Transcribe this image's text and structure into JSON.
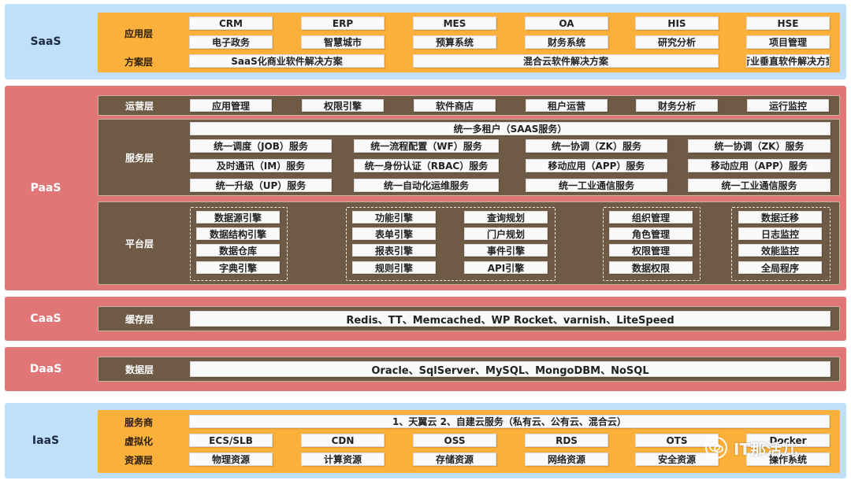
{
  "colors": {
    "blue_band": "#bfe0f8",
    "pink_band": "#e07676",
    "orange_panel": "#fbb03b",
    "brown_panel": "#6e5a45",
    "box_fill": "#fafafa"
  },
  "saas": {
    "title": "SaaS",
    "app_layer": "应用层",
    "app_row1": [
      "CRM",
      "ERP",
      "MES",
      "OA",
      "HIS",
      "HSE"
    ],
    "app_row2": [
      "电子政务",
      "智慧城市",
      "预算系统",
      "财务系统",
      "研究分析",
      "项目管理"
    ],
    "solution_layer": "方案层",
    "solutions": [
      "SaaS化商业软件解决方案",
      "混合云软件解决方案",
      "行业垂直软件解决方案"
    ]
  },
  "paas": {
    "title": "PaaS",
    "ops_layer": "运营层",
    "ops_items": [
      "应用管理",
      "权限引擎",
      "软件商店",
      "租户运营",
      "财务分析",
      "运行监控"
    ],
    "service_layer": "服务层",
    "service_header": "统一多租户（SAAS服务）",
    "service_rows": [
      [
        "统一调度（JOB）服务",
        "统一流程配置（WF）服务",
        "统一协调（ZK）服务",
        "统一协调（ZK）服务"
      ],
      [
        "及时通讯（IM）服务",
        "统一身份认证（RBAC）服务",
        "移动应用（APP）服务",
        "移动应用（APP）服务"
      ],
      [
        "统一升级（UP）服务",
        "统一自动化运维服务",
        "统一工业通信服务",
        "统一工业通信服务"
      ]
    ],
    "platform_layer": "平台层",
    "group1": [
      "数据源引擎",
      "数据结构引擎",
      "数据仓库",
      "字典引擎"
    ],
    "group2_left": [
      "功能引擎",
      "表单引擎",
      "报表引擎",
      "规则引擎"
    ],
    "group2_right": [
      "查询规划",
      "门户规划",
      "事件引擎",
      "API引擎"
    ],
    "group3": [
      "组织管理",
      "角色管理",
      "权限管理",
      "数据权限"
    ],
    "group4": [
      "数据迁移",
      "日志监控",
      "效能监控",
      "全局程序"
    ]
  },
  "caas": {
    "title": "CaaS",
    "layer": "缓存层",
    "content": "Redis、TT、Memcached、WP Rocket、varnish、LiteSpeed"
  },
  "daas": {
    "title": "DaaS",
    "layer": "数据层",
    "content": "Oracle、SqlServer、MySQL、MongoDBM、NoSQL"
  },
  "iaas": {
    "title": "IaaS",
    "provider_layer": "服务商",
    "provider_content": "1、天翼云 2、自建云服务（私有云、公有云、混合云）",
    "virtual_layer": "虚拟化",
    "virtual_items": [
      "ECS/SLB",
      "CDN",
      "OSS",
      "RDS",
      "OTS",
      "Docker"
    ],
    "resource_layer": "资源层",
    "resource_items": [
      "物理资源",
      "计算资源",
      "存储资源",
      "网络资源",
      "安全资源",
      "操作系统"
    ]
  },
  "watermark": {
    "icon": "wechat-icon",
    "text": "IT那活儿"
  }
}
